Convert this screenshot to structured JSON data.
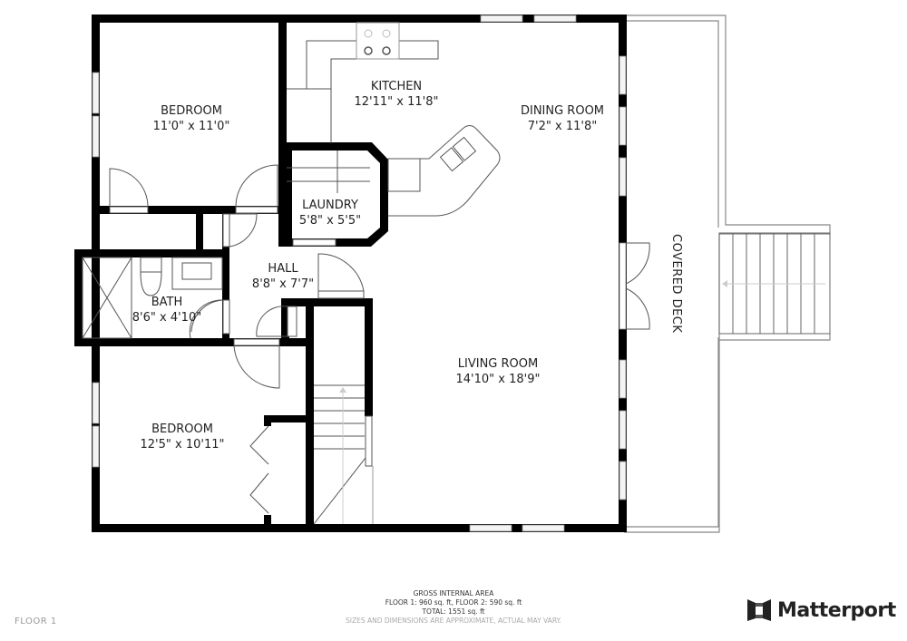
{
  "floor_plan": {
    "floor_label": "FLOOR 1",
    "rooms": [
      {
        "id": "bedroom-1",
        "name": "BEDROOM",
        "dimensions": "11'0\" x 11'0\""
      },
      {
        "id": "kitchen",
        "name": "KITCHEN",
        "dimensions": "12'11\" x 11'8\""
      },
      {
        "id": "dining-room",
        "name": "DINING ROOM",
        "dimensions": "7'2\" x 11'8\""
      },
      {
        "id": "laundry",
        "name": "LAUNDRY",
        "dimensions": "5'8\" x 5'5\""
      },
      {
        "id": "hall",
        "name": "HALL",
        "dimensions": "8'8\" x 7'7\""
      },
      {
        "id": "bath",
        "name": "BATH",
        "dimensions": "8'6\" x 4'10\""
      },
      {
        "id": "living-room",
        "name": "LIVING ROOM",
        "dimensions": "14'10\" x 18'9\""
      },
      {
        "id": "bedroom-2",
        "name": "BEDROOM",
        "dimensions": "12'5\" x 10'11\""
      }
    ],
    "exterior": {
      "covered_deck": "COVERED DECK"
    },
    "area_summary": {
      "heading": "GROSS INTERNAL AREA",
      "floors": "FLOOR 1: 960 sq. ft, FLOOR 2: 590 sq. ft",
      "total": "TOTAL: 1551 sq. ft",
      "disclaimer": "SIZES AND DIMENSIONS ARE APPROXIMATE, ACTUAL MAY VARY."
    },
    "brand": {
      "name": "Matterport",
      "icon": "matterport-logo-icon"
    },
    "colors": {
      "wall": "#000000",
      "fixture_line": "#555555",
      "deck_line": "#888888",
      "window_fill": "#f4f4f4",
      "text": "#222222",
      "muted_text": "#999999"
    }
  }
}
